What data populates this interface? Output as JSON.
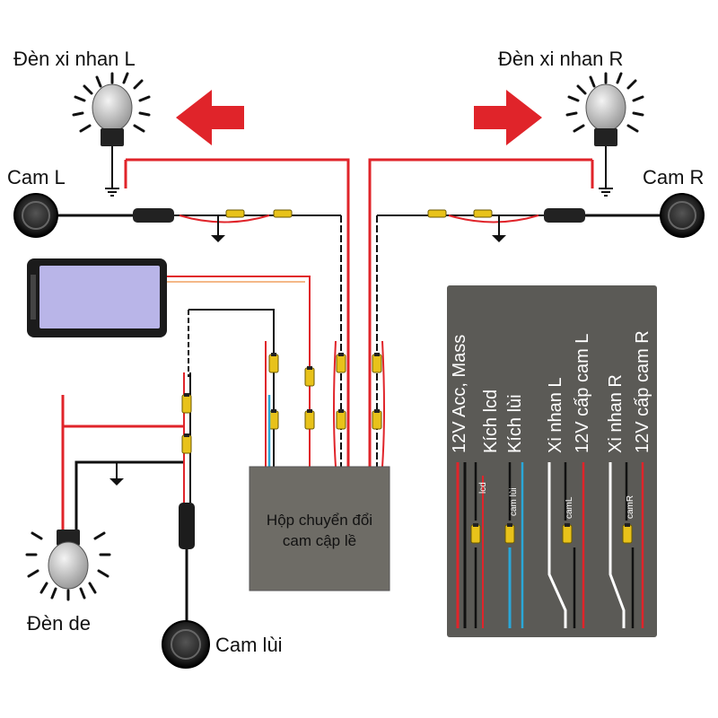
{
  "labels": {
    "turn_left": "Đèn xi nhan L",
    "turn_right": "Đèn xi nhan R",
    "cam_left": "Cam L",
    "cam_right": "Cam R",
    "reverse_light": "Đèn de",
    "reverse_cam": "Cam lùi",
    "converter_line1": "Hộp chuyển đổi",
    "converter_line2": "cam cập lề"
  },
  "legend": {
    "items": [
      "12V Acc, Mass",
      "Kích lcd",
      "Kích lùi",
      "Xi nhan L",
      "12V cấp cam L",
      "Xi nhan R",
      "12V cấp cam R"
    ],
    "connector_tags": [
      "lcd",
      "cam lùi",
      "camL",
      "camR"
    ]
  },
  "colors": {
    "wire_red": "#e0242a",
    "wire_black": "#111111",
    "wire_blue": "#2aa7d8",
    "wire_white": "#ffffff",
    "arrow_red": "#e0242a",
    "converter_box": "#6e6c66",
    "legend_panel": "#5b5a56",
    "connector_yellow": "#e8c21a",
    "lcd_screen": "#b9b5e8"
  }
}
